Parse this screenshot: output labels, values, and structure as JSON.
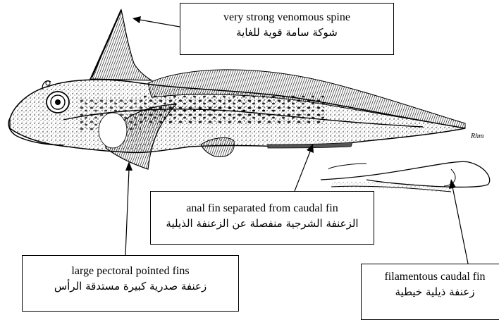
{
  "figure": {
    "labels": {
      "spine": {
        "en": "very strong venomous spine",
        "ar": "شوكة سامة قوية للغاية"
      },
      "anal": {
        "en": "anal fin separated from caudal fin",
        "ar": "الزعنفة الشرجية منفصلة عن الزعنفة الذيلية"
      },
      "pectoral": {
        "en": "large pectoral pointed fins",
        "ar": "زعنفة صدرية كبيرة مستدقة الرأس"
      },
      "caudal": {
        "en": "filamentous caudal fin",
        "ar": "زعنفة ذيلية خيطية"
      }
    },
    "signature": "Rhm",
    "colors": {
      "ink": "#000000",
      "paper": "#ffffff",
      "shade": "#8a8a8a"
    }
  }
}
